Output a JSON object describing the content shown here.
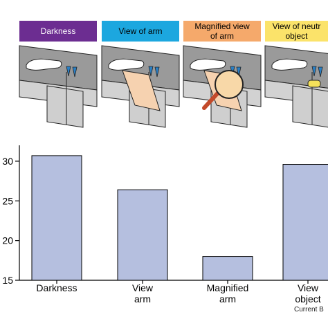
{
  "panels": [
    {
      "label_lines": [
        "Darkness"
      ],
      "color": "#6c2d91",
      "text_color": "#ffffff"
    },
    {
      "label_lines": [
        "View of arm"
      ],
      "color": "#1ca7df",
      "text_color": "#000000"
    },
    {
      "label_lines": [
        "Magnified view",
        "of arm"
      ],
      "color": "#f5a96b",
      "text_color": "#000000"
    },
    {
      "label_lines": [
        "View of neutr",
        "object"
      ],
      "color": "#fbe36a",
      "text_color": "#000000"
    }
  ],
  "chart_data": {
    "type": "bar",
    "categories": [
      "Darkness",
      "View arm",
      "Magnified arm",
      "View object"
    ],
    "category_label_lines": [
      [
        "Darkness"
      ],
      [
        "View",
        "arm"
      ],
      [
        "Magnified",
        "arm"
      ],
      [
        "View",
        "object"
      ]
    ],
    "values": [
      30.7,
      26.4,
      18.0,
      29.6
    ],
    "ylim": [
      15,
      32
    ],
    "yticks": [
      15,
      20,
      25,
      30
    ],
    "bar_color": "#b5bfdf",
    "title": "",
    "xlabel": "",
    "ylabel": ""
  },
  "credit": "Current B"
}
